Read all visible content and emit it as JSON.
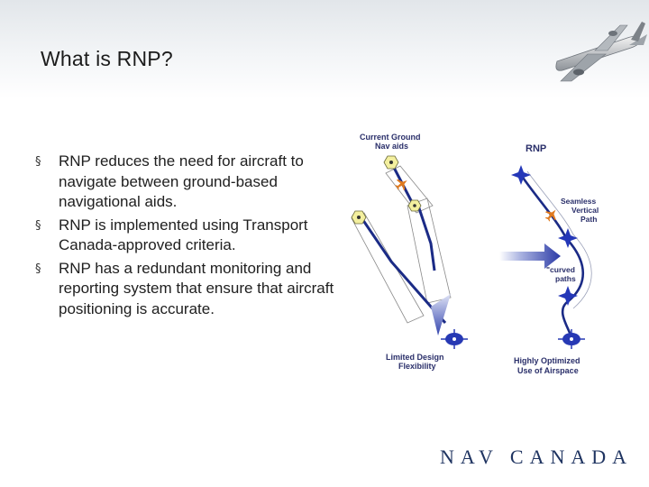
{
  "slide": {
    "title": "What is RNP?",
    "bullets": [
      "RNP reduces the need for aircraft to navigate between ground-based navigational aids.",
      "RNP is implemented using Transport Canada-approved criteria.",
      "RNP has a redundant monitoring and reporting system that ensure that aircraft positioning is accurate."
    ],
    "bullet_glyph": "§"
  },
  "diagram": {
    "left_heading_line1": "Current Ground",
    "left_heading_line2": "Nav aids",
    "right_heading": "RNP",
    "seamless_line1": "Seamless",
    "seamless_line2": "Vertical",
    "seamless_line3": "Path",
    "curved_line1": "\"curved",
    "curved_line2": "paths",
    "left_caption_line1": "Limited Design",
    "left_caption_line2": "Flexibility",
    "right_caption_line1": "Highly Optimized",
    "right_caption_line2": "Use of Airspace"
  },
  "footer": {
    "logo_text": "NAV CANADA"
  },
  "colors": {
    "path_blue": "#1b2b86",
    "star_blue": "#2437b8",
    "airplane_orange": "#e07a1e",
    "logo_navy": "#1f3461"
  }
}
